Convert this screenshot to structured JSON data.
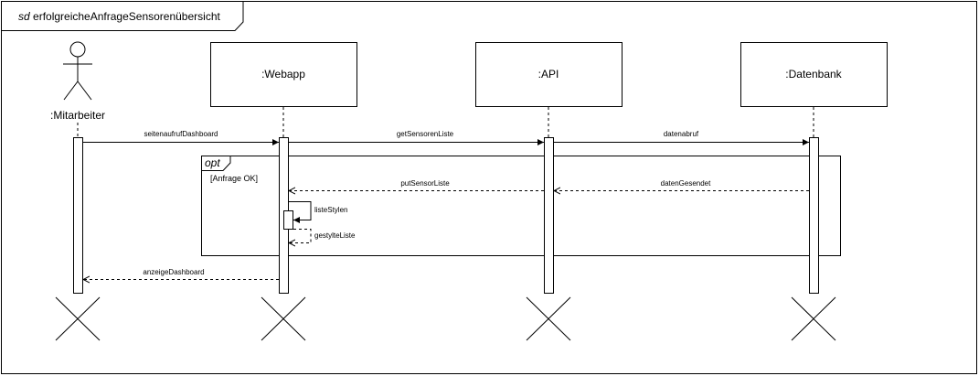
{
  "frame": {
    "keyword": "sd",
    "name": "erfolgreicheAnfrageSensorenübersicht"
  },
  "participants": [
    {
      "id": "mitarbeiter",
      "label": ":Mitarbeiter",
      "kind": "actor"
    },
    {
      "id": "webapp",
      "label": ":Webapp",
      "kind": "box"
    },
    {
      "id": "api",
      "label": ":API",
      "kind": "box"
    },
    {
      "id": "datenbank",
      "label": ":Datenbank",
      "kind": "box"
    }
  ],
  "messages": [
    {
      "label": "seitenaufrufDashboard",
      "from": "mitarbeiter",
      "to": "webapp",
      "type": "sync"
    },
    {
      "label": "getSensorenListe",
      "from": "webapp",
      "to": "api",
      "type": "sync"
    },
    {
      "label": "datenabruf",
      "from": "api",
      "to": "datenbank",
      "type": "sync"
    },
    {
      "label": "datenGesendet",
      "from": "datenbank",
      "to": "api",
      "type": "reply"
    },
    {
      "label": "putSensorListe",
      "from": "api",
      "to": "webapp",
      "type": "reply"
    },
    {
      "label": "listeStylen",
      "from": "webapp",
      "to": "webapp",
      "type": "self"
    },
    {
      "label": "gestylteListe",
      "from": "webapp",
      "to": "webapp",
      "type": "self-reply"
    },
    {
      "label": "anzeigeDashboard",
      "from": "webapp",
      "to": "mitarbeiter",
      "type": "reply"
    }
  ],
  "fragment": {
    "operator": "opt",
    "guard": "[Anfrage OK]"
  }
}
